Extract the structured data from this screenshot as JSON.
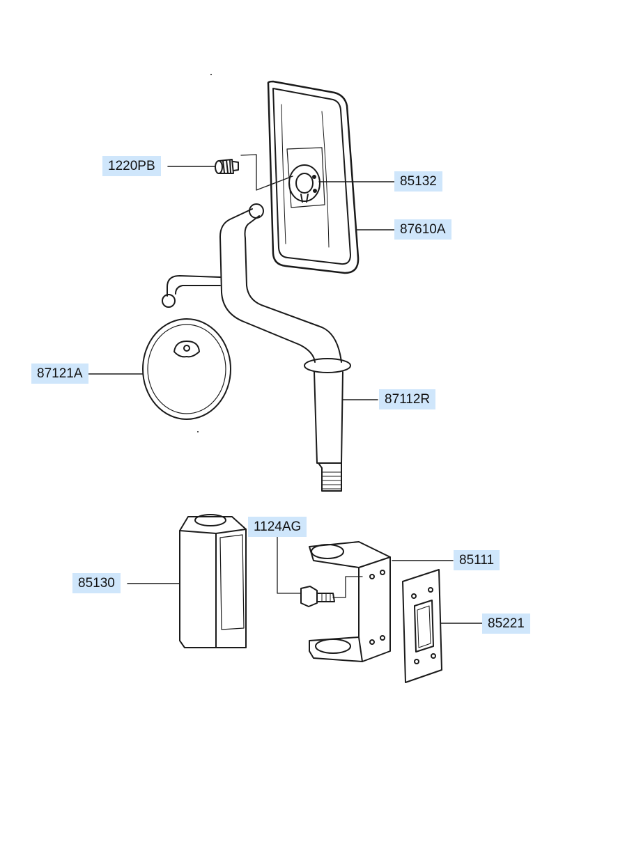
{
  "colors": {
    "ink": "#1a1a1a",
    "label_bg": "#cfe6fb"
  },
  "parts": {
    "screw": "1220PB",
    "mirror_bracket_plate": "85132",
    "mirror_head": "87610A",
    "round_mirror": "87121A",
    "mirror_stay_arm": "87112R",
    "square_sleeve": "85130",
    "bolt": "1124AG",
    "mounting_bracket": "85111",
    "gasket_plate": "85221"
  }
}
